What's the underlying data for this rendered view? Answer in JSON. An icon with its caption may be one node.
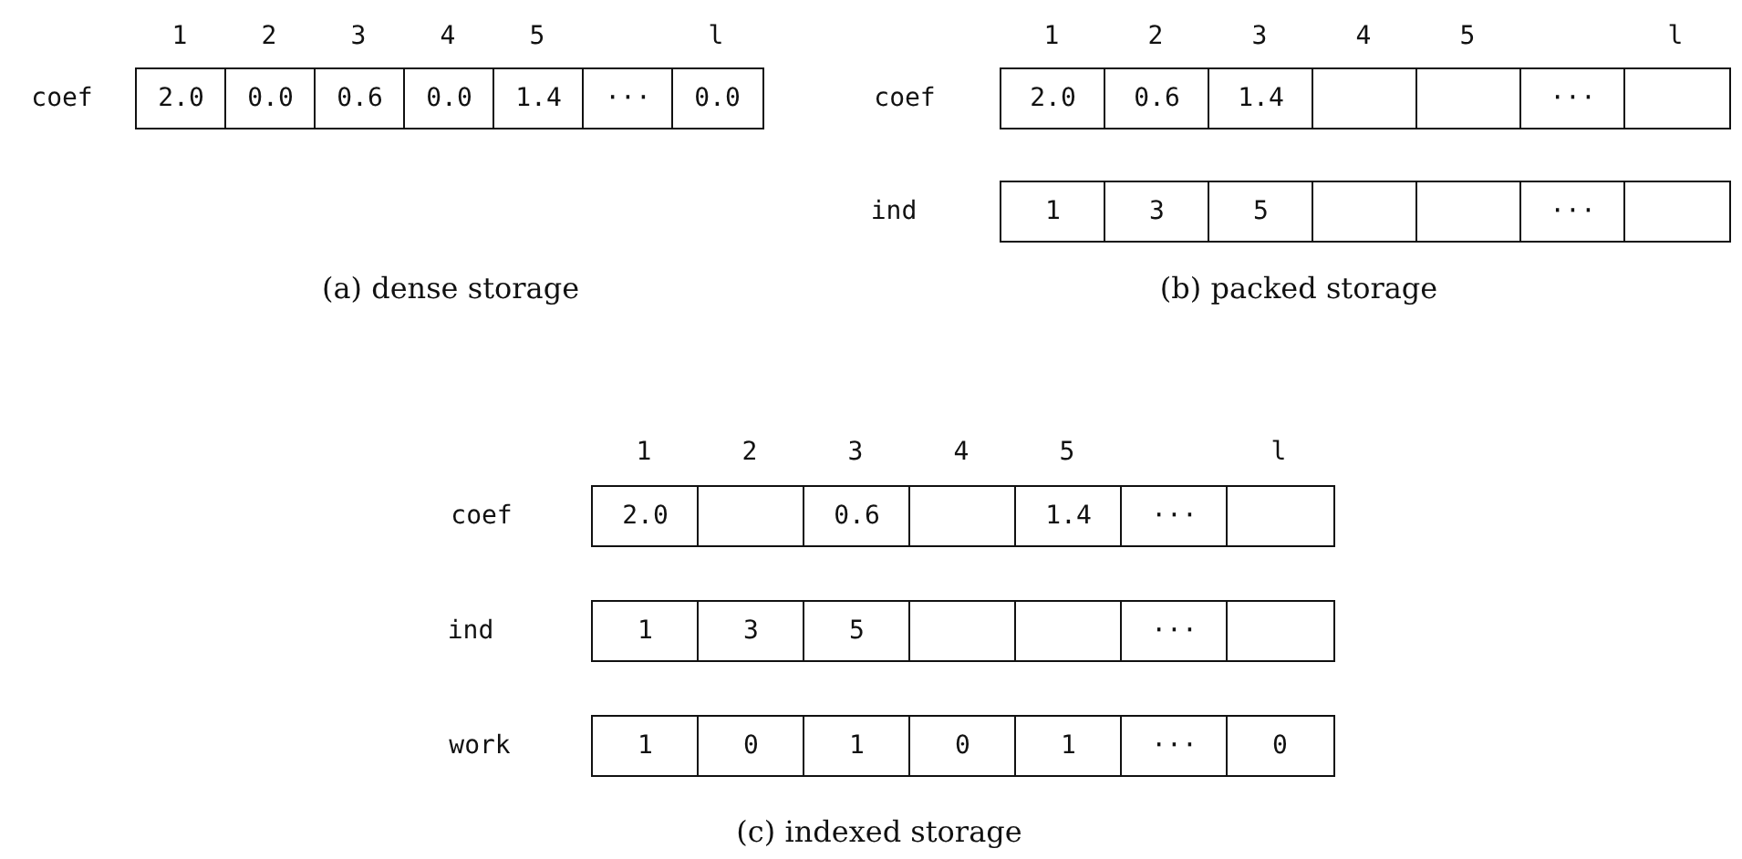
{
  "diagram": {
    "nodes": [
      {
        "text": [
          "2.0"
        ]
      },
      {
        "text": [
          "0.0"
        ]
      },
      {
        "text": [
          "0.6"
        ]
      },
      {
        "text": [
          "0.0"
        ]
      },
      {
        "text": [
          "1.4"
        ]
      },
      {
        "text": [
          "···"
        ]
      },
      {
        "text": [
          "0.0"
        ]
      },
      {
        "text": [
          "2.0"
        ]
      },
      {
        "text": [
          "0.6"
        ]
      },
      {
        "text": [
          "1.4"
        ]
      },
      {
        "text": [],
        "shape": "box"
      },
      {
        "text": [],
        "shape": "box"
      },
      {
        "text": [
          "···"
        ]
      },
      {
        "text": [],
        "shape": "box"
      },
      {
        "text": [
          "1"
        ]
      },
      {
        "text": [
          "3"
        ]
      },
      {
        "text": [
          "5"
        ]
      },
      {
        "text": [],
        "shape": "box"
      },
      {
        "text": [],
        "shape": "box"
      },
      {
        "text": [
          "···"
        ]
      },
      {
        "text": [],
        "shape": "box"
      },
      {
        "text": [
          "2.0"
        ]
      },
      {
        "text": [],
        "shape": "box"
      },
      {
        "text": [
          "0.6"
        ]
      },
      {
        "text": [],
        "shape": "box"
      },
      {
        "text": [
          "1.4"
        ]
      },
      {
        "text": [
          "···"
        ]
      },
      {
        "text": [],
        "shape": "box"
      },
      {
        "text": [
          "1"
        ]
      },
      {
        "text": [
          "3"
        ]
      },
      {
        "text": [
          "5"
        ]
      },
      {
        "text": [],
        "shape": "box"
      },
      {
        "text": [],
        "shape": "box"
      },
      {
        "text": [
          "···"
        ]
      },
      {
        "text": [],
        "shape": "box"
      },
      {
        "text": [
          "1"
        ]
      },
      {
        "text": [
          "0"
        ]
      },
      {
        "text": [
          "1"
        ]
      },
      {
        "text": [
          "0"
        ]
      },
      {
        "text": [
          "1"
        ]
      },
      {
        "text": [
          "···"
        ]
      },
      {
        "text": [
          "0"
        ]
      }
    ],
    "labels": [
      "1",
      "2",
      "3",
      "4",
      "5",
      "l",
      "1",
      "2",
      "3",
      "4",
      "5",
      "l",
      "coef",
      "coef",
      "ind",
      "(a) dense storage",
      "(b) packed storage",
      "1",
      "2",
      "3",
      "4",
      "5",
      "l",
      "coef",
      "ind",
      "work",
      "(c) indexed storage"
    ]
  }
}
